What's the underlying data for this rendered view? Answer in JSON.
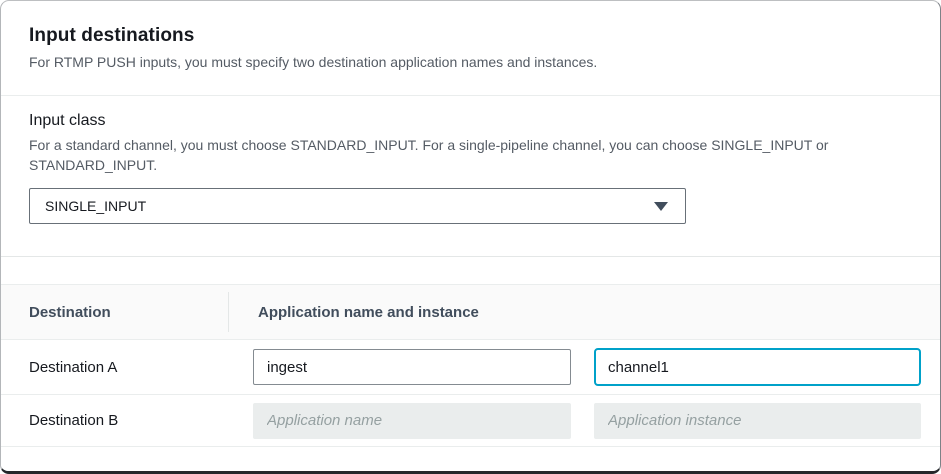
{
  "panel": {
    "title": "Input destinations",
    "description": "For RTMP PUSH inputs, you must specify two destination application names and instances."
  },
  "input_class": {
    "label": "Input class",
    "description": "For a standard channel, you must choose STANDARD_INPUT. For a single-pipeline channel, you can choose SINGLE_INPUT or STANDARD_INPUT.",
    "selected_value": "SINGLE_INPUT",
    "dropdown_icon": "caret-down-filled"
  },
  "destinations_table": {
    "columns": [
      "Destination",
      "Application name and instance"
    ],
    "rows": [
      {
        "label": "Destination A",
        "app_name": {
          "value": "ingest",
          "state": "default"
        },
        "app_instance": {
          "value": "channel1",
          "state": "focused"
        }
      },
      {
        "label": "Destination B",
        "app_name": {
          "value": "",
          "placeholder": "Application name",
          "state": "disabled"
        },
        "app_instance": {
          "value": "",
          "placeholder": "Application instance",
          "state": "disabled"
        }
      }
    ]
  },
  "colors": {
    "focus_border": "#00a1c9",
    "input_border": "#848b91",
    "disabled_background": "#eaeded",
    "divider": "#eaeded",
    "heading_text": "#16191f",
    "table_header_text": "#414d5c",
    "secondary_text": "#545b64",
    "placeholder_text": "#95a0a1"
  }
}
